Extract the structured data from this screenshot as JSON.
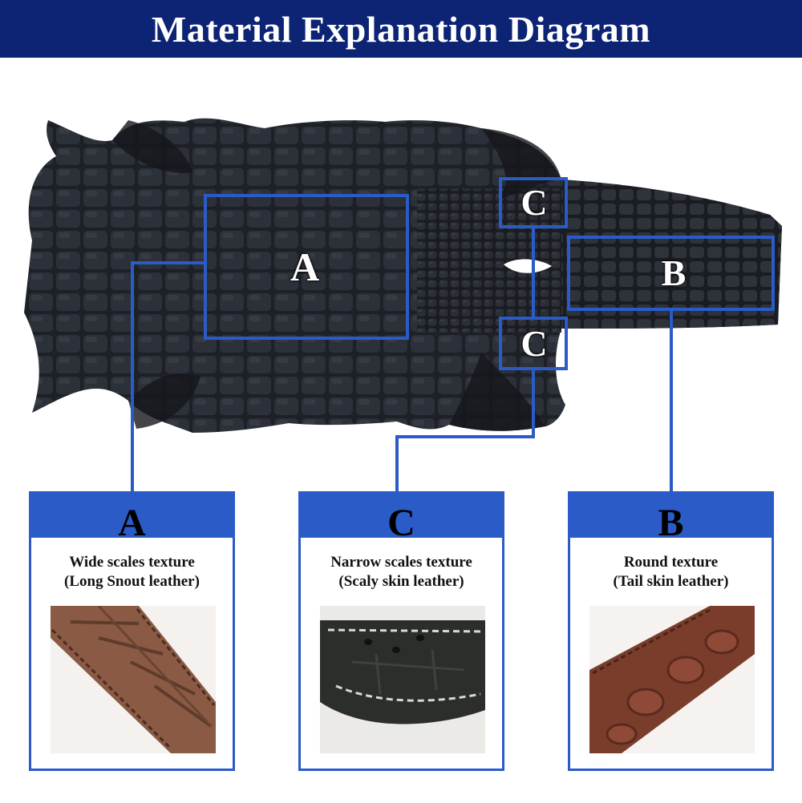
{
  "header": {
    "title": "Material Explanation Diagram"
  },
  "zones": {
    "a": "A",
    "b": "B",
    "c_top": "C",
    "c_bottom": "C"
  },
  "cards": [
    {
      "letter": "A",
      "title": "Wide scales texture",
      "subtitle": "(Long Snout leather)",
      "swatch_color": "#8a5a44"
    },
    {
      "letter": "C",
      "title": "Narrow scales texture",
      "subtitle": "(Scaly skin leather)",
      "swatch_color": "#2b2e2b"
    },
    {
      "letter": "B",
      "title": "Round texture",
      "subtitle": "(Tail skin leather)",
      "swatch_color": "#7a3d2c"
    }
  ],
  "colors": {
    "header_bg": "#0d2475",
    "accent": "#2a5bc6",
    "hide": "#1c1f24"
  }
}
